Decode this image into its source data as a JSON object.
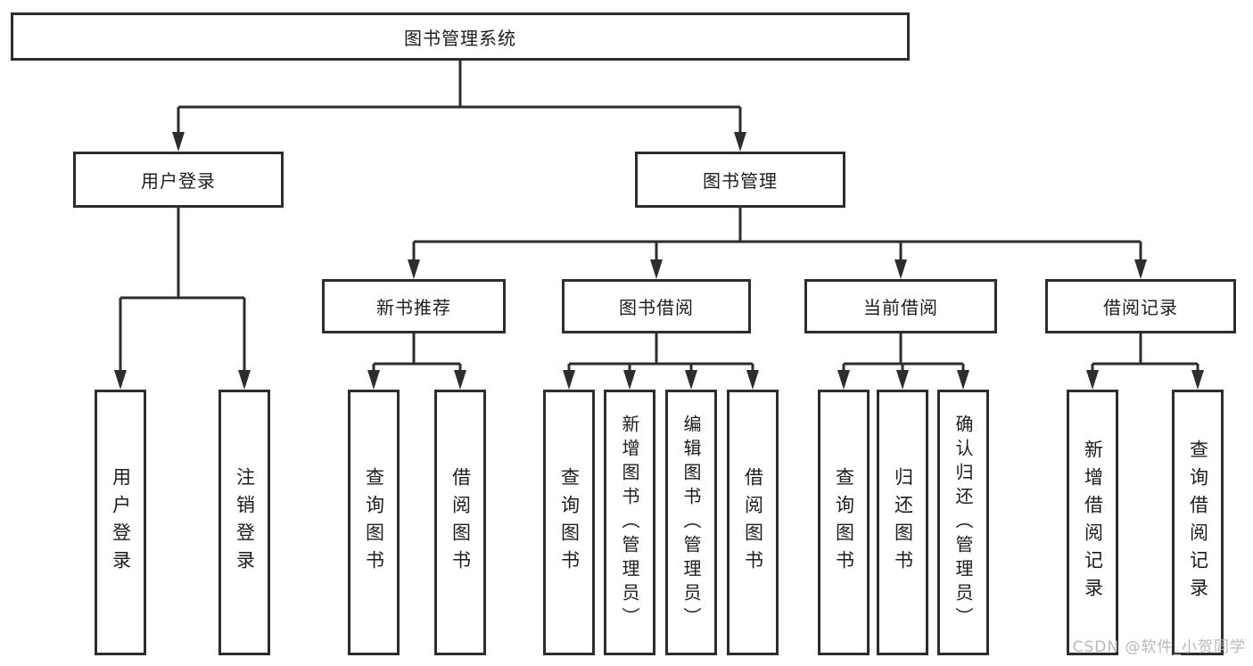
{
  "diagram": {
    "watermark": "CSDN @软件_小贺同学",
    "colors": {
      "line": "#2d2d2d",
      "box_border": "#2d2d2d",
      "text": "#1d1d1d",
      "watermark": "#b9b9b9",
      "background": "#ffffff"
    },
    "tree": {
      "label": "图书管理系统",
      "children": [
        {
          "label": "用户登录",
          "children": [
            {
              "label": "用户登录"
            },
            {
              "label": "注销登录"
            }
          ]
        },
        {
          "label": "图书管理",
          "children": [
            {
              "label": "新书推荐",
              "children": [
                {
                  "label": "查询图书"
                },
                {
                  "label": "借阅图书"
                }
              ]
            },
            {
              "label": "图书借阅",
              "children": [
                {
                  "label": "查询图书"
                },
                {
                  "label": "新增图书（管理员）"
                },
                {
                  "label": "编辑图书（管理员）"
                },
                {
                  "label": "借阅图书"
                }
              ]
            },
            {
              "label": "当前借阅",
              "children": [
                {
                  "label": "查询图书"
                },
                {
                  "label": "归还图书"
                },
                {
                  "label": "确认归还（管理员）"
                }
              ]
            },
            {
              "label": "借阅记录",
              "children": [
                {
                  "label": "新增借阅记录"
                },
                {
                  "label": "查询借阅记录"
                }
              ]
            }
          ]
        }
      ]
    }
  }
}
